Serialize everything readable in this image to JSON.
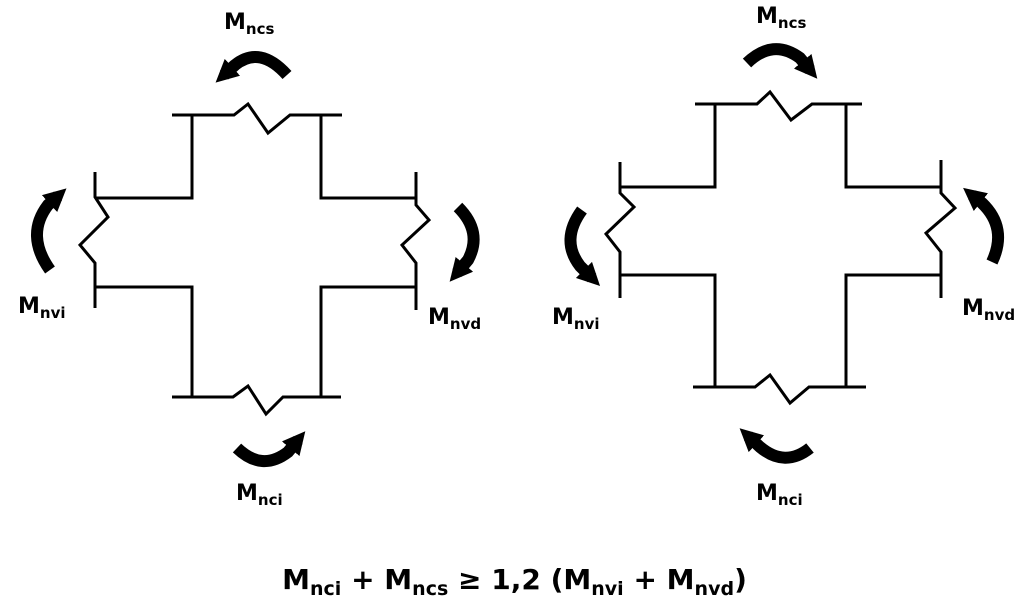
{
  "labels": {
    "symbol": "M",
    "ncs": "ncs",
    "nci": "nci",
    "nvi": "nvi",
    "nvd": "nvd"
  },
  "formula": {
    "t1": "M",
    "s1": "nci",
    "op1": " + ",
    "t2": "M",
    "s2": "ncs",
    "op2": " ≥ 1,2 (",
    "t3": "M",
    "s3": "nvi",
    "op3": " + ",
    "t4": "M",
    "s4": "nvd",
    "close": ")"
  },
  "colors": {
    "stroke": "#000000",
    "background": "#ffffff"
  },
  "icons": [
    "moment-arrow-icon"
  ]
}
